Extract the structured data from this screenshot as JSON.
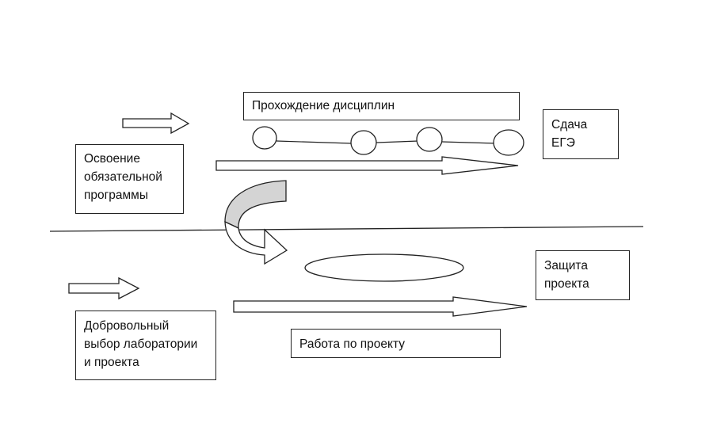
{
  "boxes": {
    "mastering": {
      "lines": [
        "Освоение",
        "обязательной",
        "программы"
      ]
    },
    "disciplines": {
      "lines": [
        "Прохождение дисциплин"
      ]
    },
    "exam": {
      "lines": [
        "Сдача",
        "ЕГЭ"
      ]
    },
    "voluntary": {
      "lines": [
        "Добровольный",
        "выбор лаборатории",
        "и проекта"
      ]
    },
    "project_work": {
      "lines": [
        "Работа по проекту"
      ]
    },
    "defense": {
      "lines": [
        "Защита",
        "проекта"
      ]
    }
  },
  "colors": {
    "stroke": "#222222",
    "fill": "#ffffff",
    "curved_arrow_fill": "#d4d4d4"
  }
}
